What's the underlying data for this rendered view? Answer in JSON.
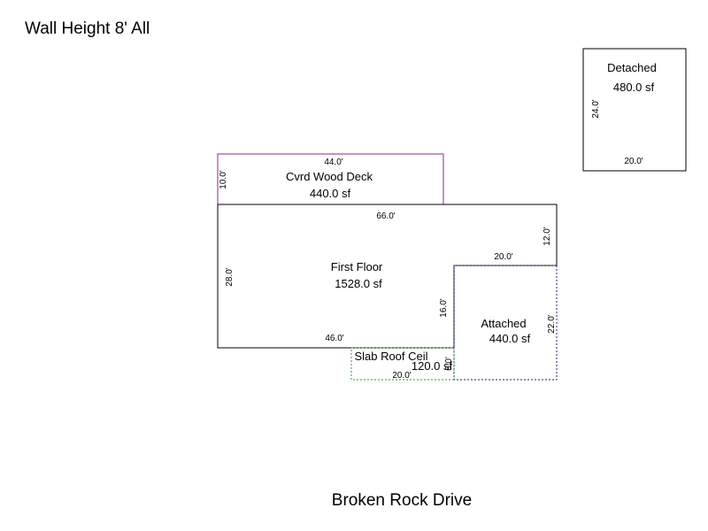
{
  "title": "Wall Height 8' All",
  "street": "Broken Rock Drive",
  "colors": {
    "first_floor": "#000000",
    "deck": "#8b2a8b",
    "attached": "#1c1c8c",
    "slab": "#2a9a2a",
    "detached": "#000000"
  },
  "areas": {
    "first_floor": {
      "name": "First Floor",
      "area": "1528.0 sf",
      "dims": {
        "top": "66.0'",
        "left": "28.0'",
        "bottom": "46.0'",
        "right_step": "16.0'",
        "right_upper": "12.0'",
        "notch": "20.0'"
      }
    },
    "deck": {
      "name": "Cvrd Wood Deck",
      "area": "440.0 sf",
      "dims": {
        "top": "44.0'",
        "left": "10.0'"
      }
    },
    "attached": {
      "name": "Attached",
      "area": "440.0 sf",
      "dims": {
        "right": "22.0'"
      }
    },
    "slab": {
      "name": "Slab Roof Ceil",
      "area": "120.0 sf",
      "dims": {
        "bottom": "20.0'",
        "right": "6.0'"
      }
    },
    "detached": {
      "name": "Detached",
      "area": "480.0 sf",
      "dims": {
        "left": "24.0'",
        "bottom": "20.0'"
      }
    }
  }
}
